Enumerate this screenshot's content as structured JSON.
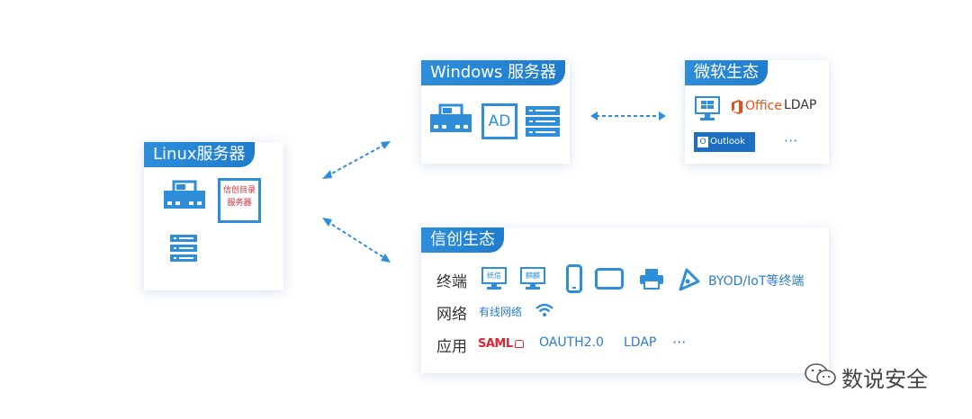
{
  "linux": {
    "title": "Linux服务器",
    "dir_server_line1": "信创目录",
    "dir_server_line2": "服务器"
  },
  "windows": {
    "title": "Windows 服务器",
    "ad_label": "AD"
  },
  "microsoft": {
    "title": "微软生态",
    "office_label": "Office",
    "ldap_label": "LDAP",
    "outlook_label": "Outlook",
    "more": "···"
  },
  "xinchuang": {
    "title": "信创生态",
    "terminal": {
      "label": "终端",
      "os1": "统信",
      "os2": "麒麟",
      "byod": "BYOD/IoT等终端"
    },
    "network": {
      "label": "网络",
      "wired": "有线网络"
    },
    "application": {
      "label": "应用",
      "saml": "SAML",
      "oauth": "OAUTH2.0",
      "ldap": "LDAP",
      "more": "···"
    }
  },
  "watermark": "数说安全",
  "colors": {
    "primary": "#1f7ccc",
    "accent_red": "#d9272e",
    "office_orange": "#e3501b"
  }
}
